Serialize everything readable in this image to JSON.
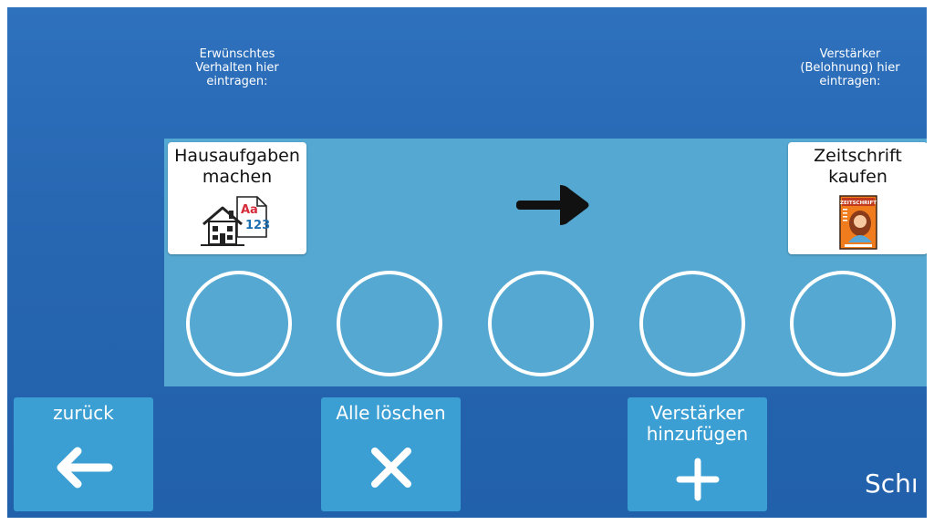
{
  "hints": {
    "behavior": "Erwünschtes\nVerhalten hier\neintragen:",
    "reward": "Verstärker\n(Belohnung) hier\neintragen:"
  },
  "behavior_card": {
    "label": "Hausaufgaben\nmachen",
    "icon": "homework-house-icon"
  },
  "reward_card": {
    "label": "Zeitschrift\nkaufen",
    "icon": "magazine-icon",
    "magazine_title": "ZEITSCHRIFT"
  },
  "arrow_icon": "arrow-right-icon",
  "token_slots": 5,
  "buttons": {
    "back": "zurück",
    "clear_all": "Alle löschen",
    "add_reward": "Verstärker\nhinzufügen"
  },
  "cutoff_label": "Schı",
  "colors": {
    "background": "#2766b1",
    "panel": "#54a8d1",
    "button": "#3b9fd3",
    "card": "#ffffff"
  }
}
